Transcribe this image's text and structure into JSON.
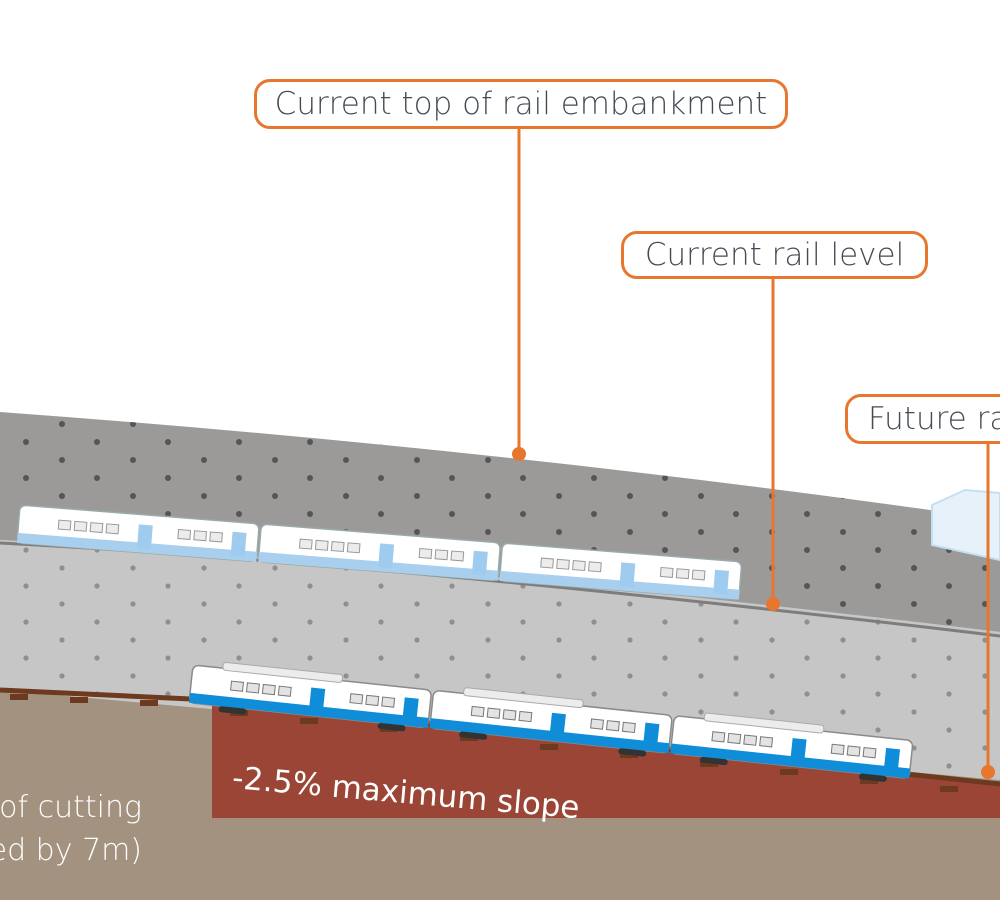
{
  "callouts": {
    "top_embankment": "Current top of rail embankment",
    "current_rail": "Current rail level",
    "future_rail": "Future ra"
  },
  "slope_label": "-2.5% maximum slope",
  "cutting_note": {
    "line1": "of cutting",
    "line2": "ed by 7m)"
  },
  "colors": {
    "accent": "#e8772e",
    "embankment": "#9c9a99",
    "rail_layer": "#c7c6c6",
    "earth": "#a3927f",
    "cutting": "#9a4536",
    "train_blue": "#0f8dd8",
    "track": "#6e3a1f"
  }
}
